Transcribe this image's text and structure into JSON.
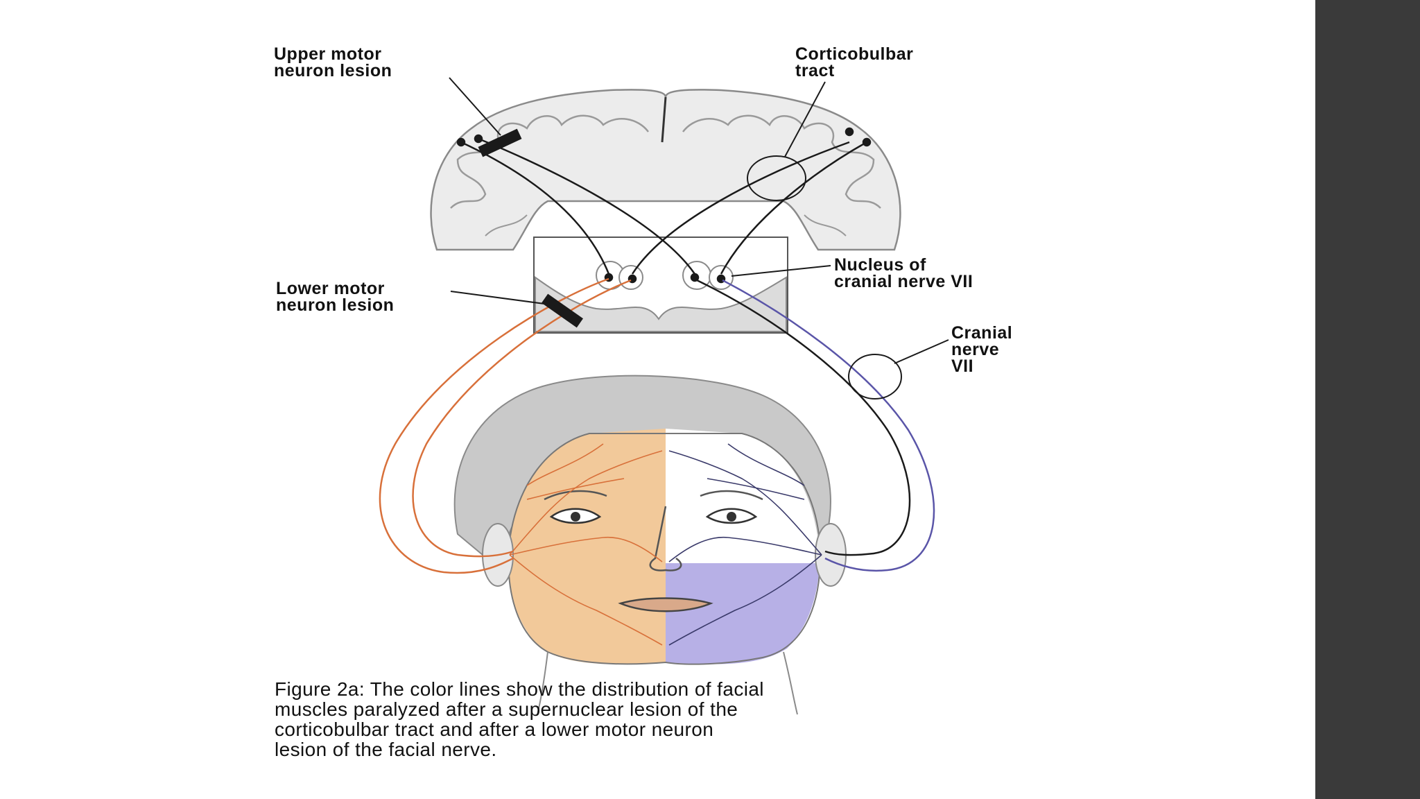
{
  "labels": {
    "upper_motor": "Upper motor\nneuron lesion",
    "corticobulbar": "Corticobulbar\ntract",
    "nucleus": "Nucleus of\ncranial nerve VII",
    "lower_motor": "Lower motor\nneuron lesion",
    "cranial_nerve": "Cranial\nnerve\nVII"
  },
  "caption": "Figure 2a: The color lines show the distribution of facial\nmuscles paralyzed after a supernuclear lesion of the\ncorticobulbar tract and after a lower motor neuron\nlesion of the facial nerve.",
  "colors": {
    "sidebar": "#3a3a3a",
    "orange_region": "#f2c99a",
    "purple_region": "#b7b0e6",
    "orange_nerve": "#d8703a",
    "purple_nerve": "#5a55a8",
    "black_tract": "#1a1a1a"
  }
}
